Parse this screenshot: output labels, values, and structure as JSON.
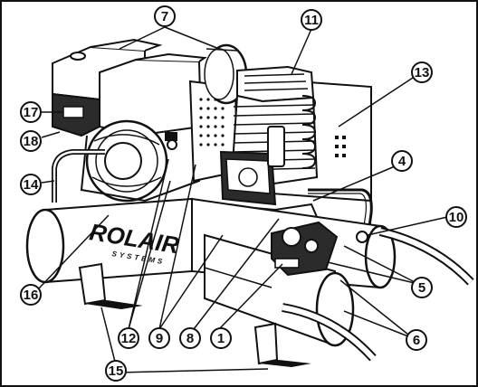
{
  "diagram": {
    "brand_name": "ROLAIR",
    "brand_sub": "SYSTEMS",
    "callouts": [
      "7",
      "11",
      "13",
      "4",
      "10",
      "17",
      "18",
      "14",
      "16",
      "12",
      "9",
      "8",
      "1",
      "5",
      "6",
      "15"
    ]
  },
  "colors": {
    "ink": "#111111",
    "paper": "#ffffff",
    "shade": "#3a3a3a"
  }
}
